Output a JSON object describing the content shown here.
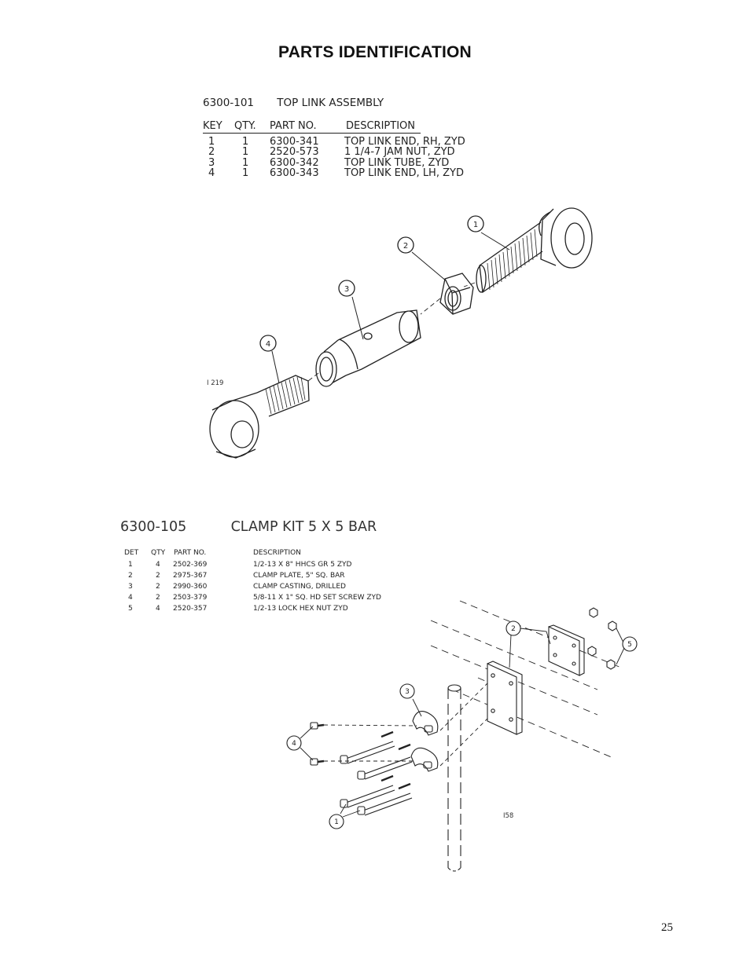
{
  "page_title": "PARTS IDENTIFICATION",
  "page_number": "25",
  "assembly1": {
    "number": "6300-101",
    "name": "TOP LINK ASSEMBLY",
    "columns": [
      "KEY",
      "QTY.",
      "PART NO.",
      "DESCRIPTION"
    ],
    "rows": [
      {
        "key": "1",
        "qty": "1",
        "part": "6300-341",
        "desc": "TOP LINK END, RH, ZYD"
      },
      {
        "key": "2",
        "qty": "1",
        "part": "2520-573",
        "desc": "1 1/4-7 JAM NUT, ZYD"
      },
      {
        "key": "3",
        "qty": "1",
        "part": "6300-342",
        "desc": "TOP LINK TUBE, ZYD"
      },
      {
        "key": "4",
        "qty": "1",
        "part": "6300-343",
        "desc": "TOP LINK END, LH, ZYD"
      }
    ],
    "figure_id": "I 219",
    "callouts": [
      "1",
      "2",
      "3",
      "4"
    ]
  },
  "assembly2": {
    "number": "6300-105",
    "name": "CLAMP KIT 5 X 5 BAR",
    "columns": [
      "DET",
      "QTY",
      "PART NO.",
      "DESCRIPTION"
    ],
    "rows": [
      {
        "key": "1",
        "qty": "4",
        "part": "2502-369",
        "desc": "1/2-13 X 8\" HHCS GR 5 ZYD"
      },
      {
        "key": "2",
        "qty": "2",
        "part": "2975-367",
        "desc": "CLAMP PLATE, 5\" SQ. BAR"
      },
      {
        "key": "3",
        "qty": "2",
        "part": "2990-360",
        "desc": "CLAMP CASTING, DRILLED"
      },
      {
        "key": "4",
        "qty": "2",
        "part": "2503-379",
        "desc": "5/8-11 X 1\" SQ. HD SET SCREW ZYD"
      },
      {
        "key": "5",
        "qty": "4",
        "part": "2520-357",
        "desc": "1/2-13 LOCK HEX NUT ZYD"
      }
    ],
    "figure_id": "I58",
    "callouts": [
      "1",
      "2",
      "3",
      "4",
      "5"
    ]
  }
}
